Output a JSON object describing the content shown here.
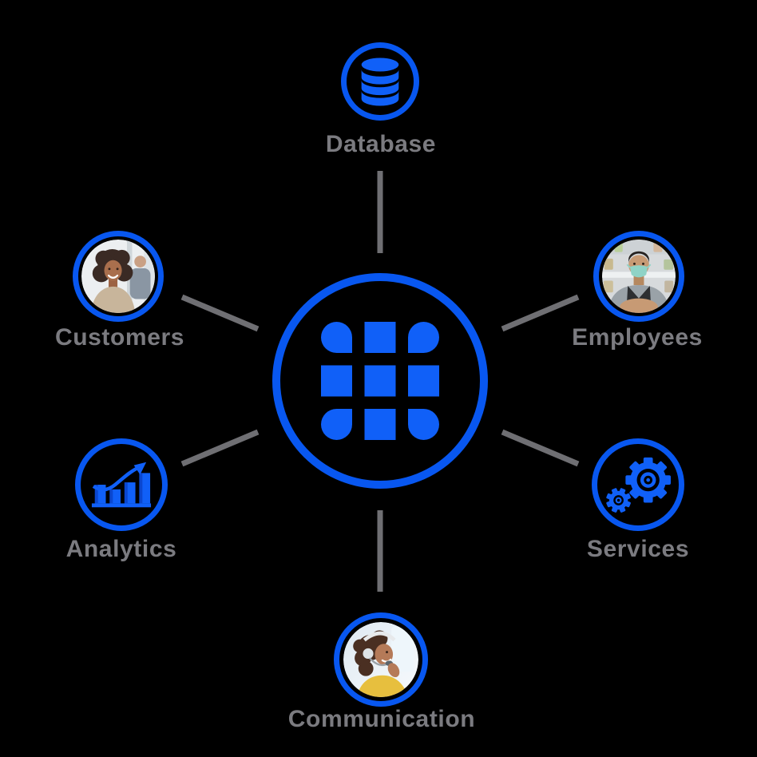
{
  "diagram": {
    "type": "hub-and-spoke",
    "background_color": "#000000",
    "accent_color": "#0857f0",
    "icon_color": "#1060f8",
    "connector_color": "#6f6f73",
    "label_color": "#7b7b80",
    "hub": {
      "icon": "app-grid-icon"
    },
    "nodes": [
      {
        "id": "database",
        "label": "Database",
        "position": "top",
        "icon": "database-icon"
      },
      {
        "id": "customers",
        "label": "Customers",
        "position": "upper-left",
        "icon": "customers-photo"
      },
      {
        "id": "employees",
        "label": "Employees",
        "position": "upper-right",
        "icon": "employees-photo"
      },
      {
        "id": "analytics",
        "label": "Analytics",
        "position": "lower-left",
        "icon": "analytics-icon"
      },
      {
        "id": "services",
        "label": "Services",
        "position": "lower-right",
        "icon": "services-icon"
      },
      {
        "id": "communication",
        "label": "Communication",
        "position": "bottom",
        "icon": "communication-photo"
      }
    ]
  }
}
